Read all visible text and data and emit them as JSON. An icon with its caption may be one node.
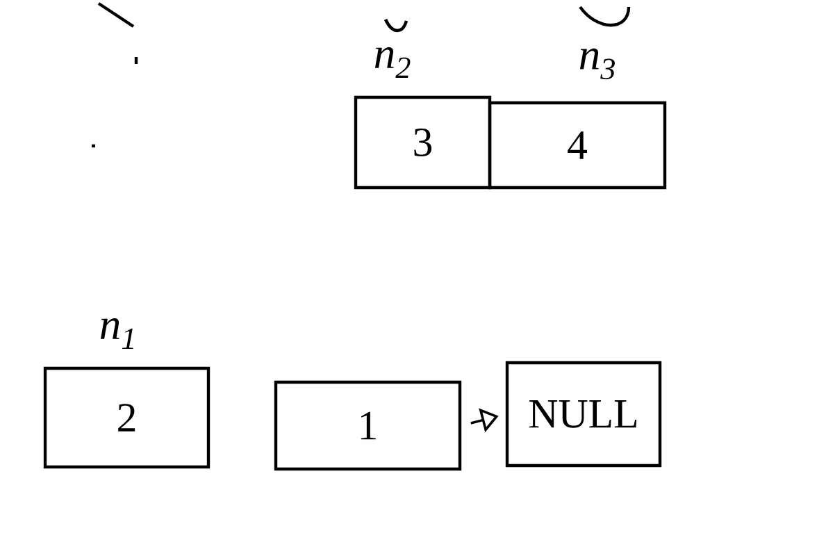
{
  "diagram": {
    "nodes": [
      {
        "text": [
          "3"
        ],
        "beside": [
          "n$_{2}$"
        ]
      },
      {
        "text": [
          "4"
        ],
        "beside": [
          "n$_{3}$"
        ]
      },
      {
        "text": [
          "2"
        ],
        "beside": [
          "n$_{1}$"
        ]
      },
      {
        "text": [
          "1"
        ]
      },
      {
        "text": [
          "NULL"
        ]
      }
    ],
    "edges": [
      {
        "from": 3,
        "to": 4,
        "arrow": "to"
      }
    ]
  }
}
